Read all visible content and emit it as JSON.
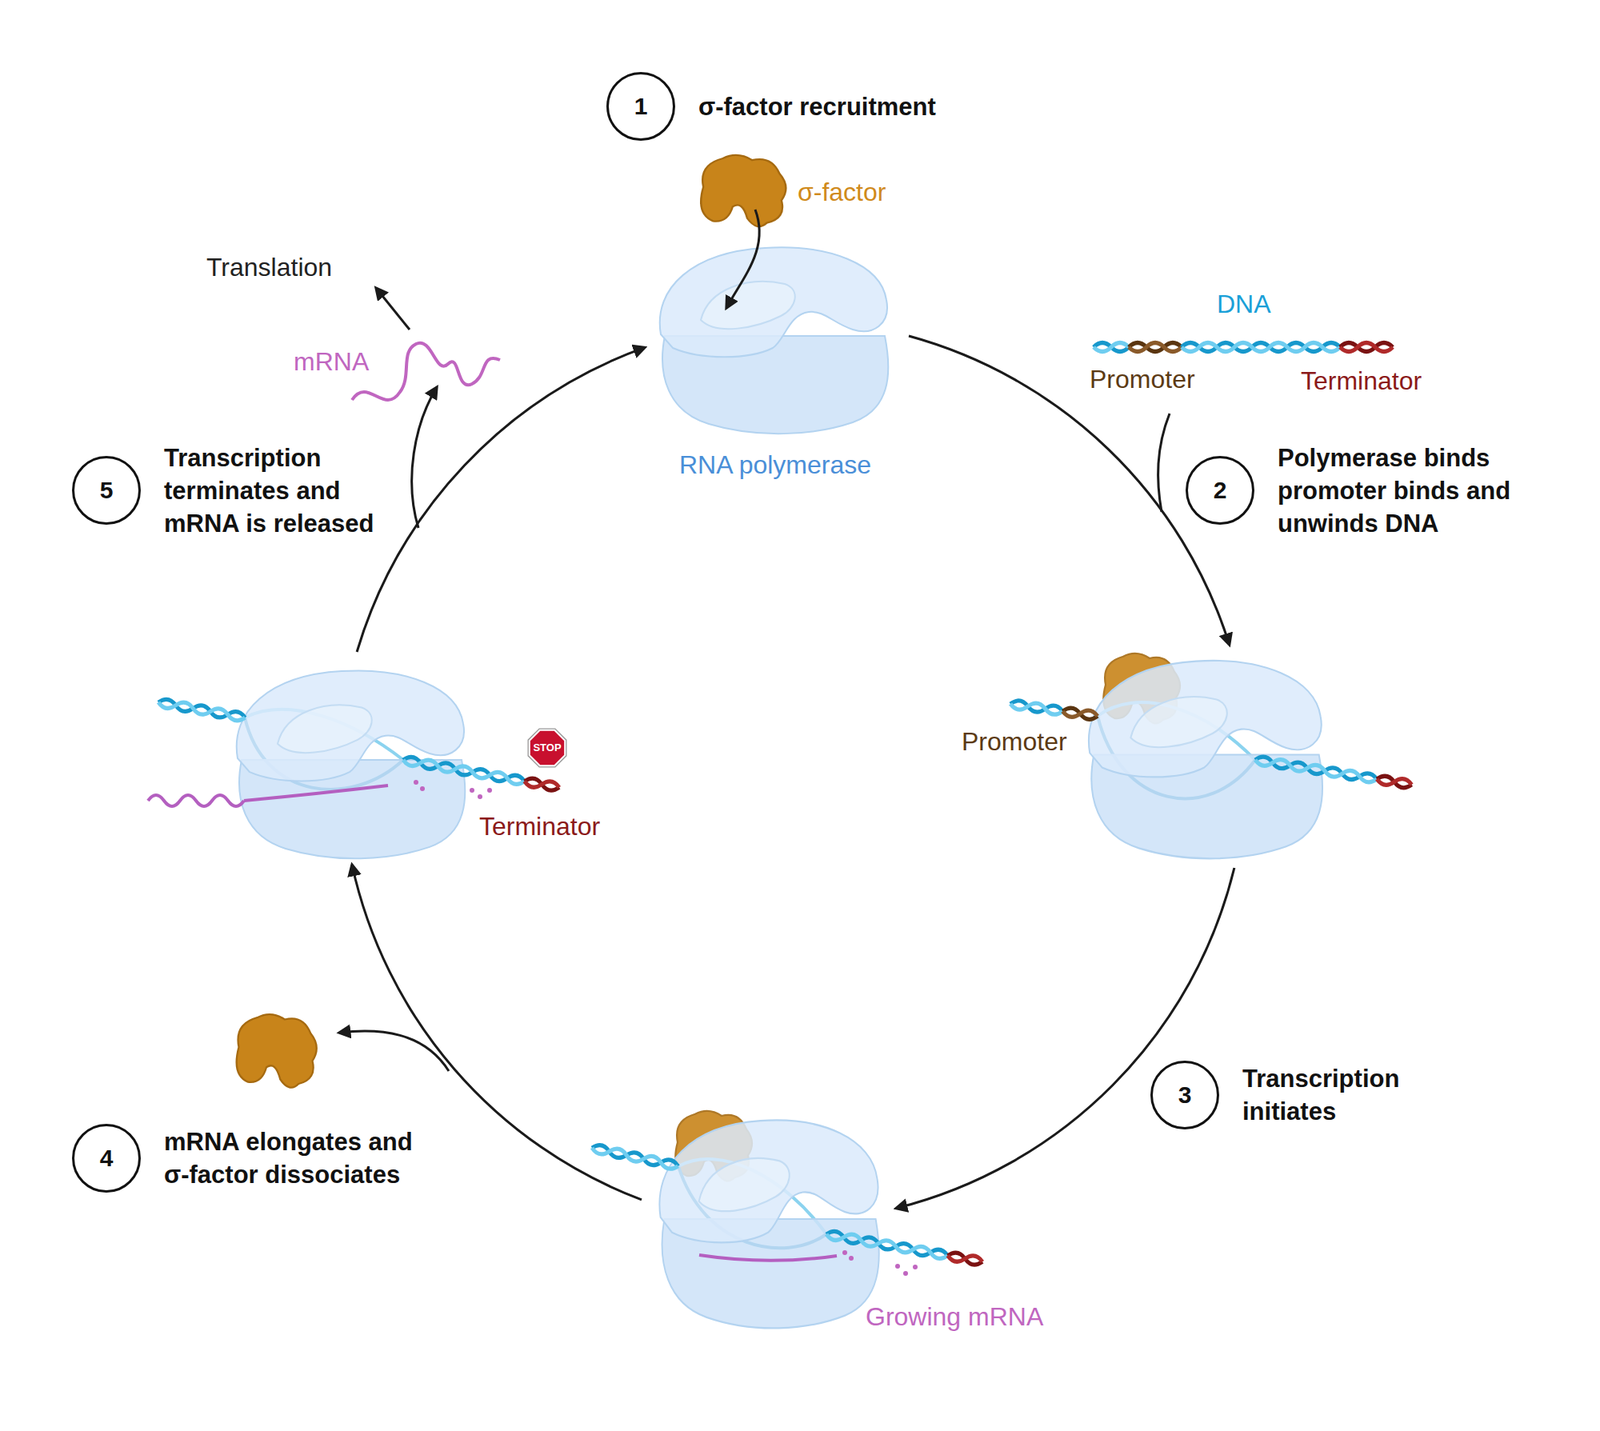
{
  "diagram": {
    "nodes": [
      {
        "text": [
          "1",
          "σ-factor recruitment"
        ]
      },
      {
        "text": [
          "RNA polymerase"
        ]
      },
      {
        "text": [
          "2",
          "Polymerase binds promoter binds and unwinds DNA"
        ]
      },
      {
        "text": [
          "Promoter"
        ]
      },
      {
        "text": [
          "3",
          "Transcription initiates"
        ]
      },
      {
        "text": [
          "Growing mRNA"
        ]
      },
      {
        "text": [
          "4",
          "mRNA elongates and σ-factor dissociates"
        ]
      },
      {
        "text": [
          "Terminator"
        ]
      },
      {
        "text": [
          "5",
          "Transcription terminates and mRNA is released"
        ]
      }
    ],
    "edges": [
      {
        "from": 1,
        "to": 3,
        "arrow": "to"
      },
      {
        "from": 3,
        "to": 5,
        "arrow": "to"
      },
      {
        "from": 5,
        "to": 7,
        "arrow": "to"
      },
      {
        "from": 7,
        "to": 1,
        "arrow": "to"
      }
    ],
    "labels": [
      "σ-factor",
      "DNA",
      "Promoter",
      "Terminator",
      "Translation",
      "mRNA",
      "STOP"
    ]
  }
}
